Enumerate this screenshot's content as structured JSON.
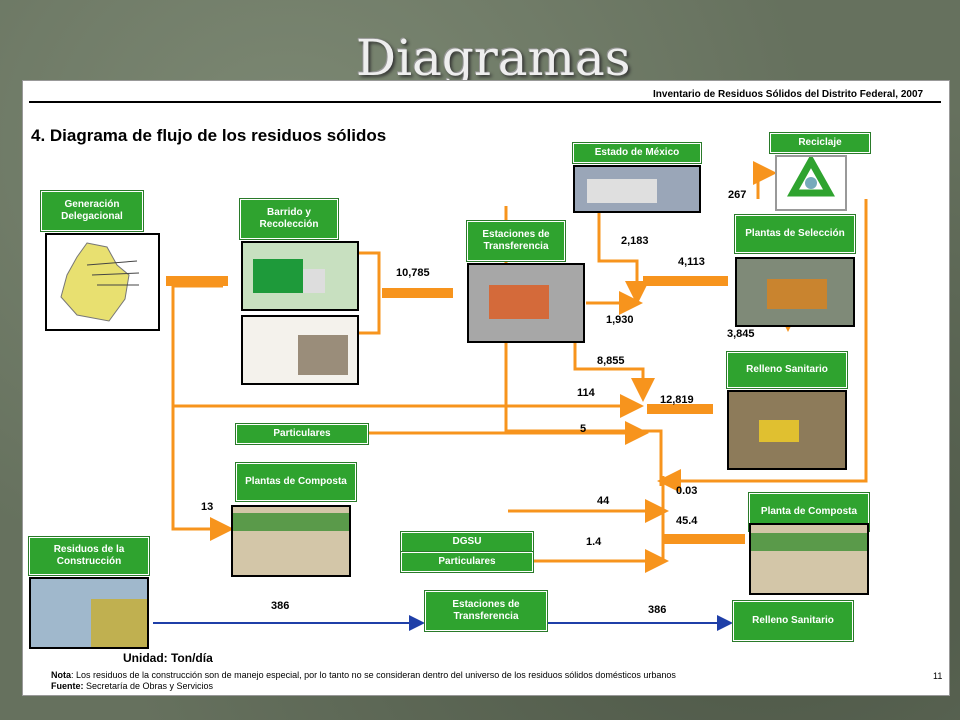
{
  "slide": {
    "title": "Diagramas"
  },
  "document": {
    "header": "Inventario de Residuos Sólidos del Distrito Federal, 2007",
    "heading": "4. Diagrama de flujo de los residuos sólidos",
    "unit": "Unidad: Ton/día",
    "note_label": "Nota",
    "note_text": ": Los residuos de la construcción  son de manejo especial, por lo  tanto no se consideran dentro del universo de los residuos sólidos domésticos urbanos",
    "source_label": "Fuente:",
    "source_text": " Secretaría de Obras y Servicios",
    "page_number": "11"
  },
  "boxes": {
    "generacion": "Generación Delegacional",
    "barrido": "Barrido y Recolección",
    "estaciones1": "Estaciones de Transferencia",
    "estado_mexico": "Estado de México",
    "reciclaje": "Reciclaje",
    "plantas_seleccion": "Plantas de Selección",
    "relleno1": "Relleno Sanitario",
    "particulares1": "Particulares",
    "plantas_composta1": "Plantas de Composta",
    "residuos_construccion": "Residuos de la Construcción",
    "dgsu": "DGSU",
    "particulares2": "Particulares",
    "planta_composta2": "Planta de Composta",
    "estaciones2": "Estaciones de Transferencia",
    "relleno2": "Relleno Sanitario"
  },
  "flows": {
    "f10785": "10,785",
    "f2183": "2,183",
    "f1930": "1,930",
    "f4113": "4,113",
    "f267": "267",
    "f3845": "3,845",
    "f8855": "8,855",
    "f114": "114",
    "f12819": "12,819",
    "f5": "5",
    "f13": "13",
    "f44": "44",
    "f003": "0.03",
    "f454": "45.4",
    "f14": "1.4",
    "f386a": "386",
    "f386b": "386"
  },
  "colors": {
    "flow": "#f7941d",
    "construction_flow": "#1f3fa8",
    "box": "#2fa32f"
  }
}
